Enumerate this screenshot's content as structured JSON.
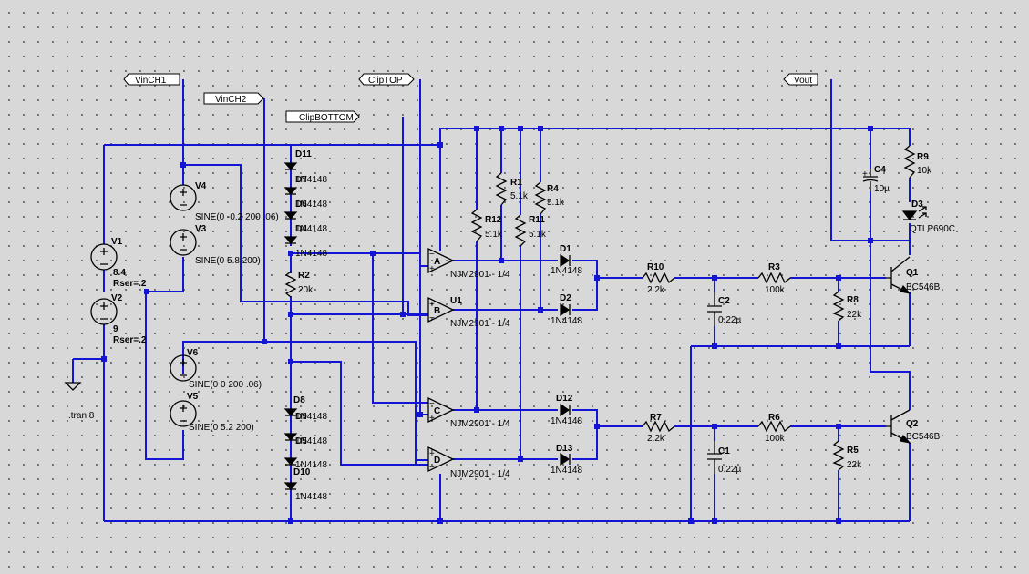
{
  "netlabels": {
    "vinch1": "VinCH1",
    "vinch2": "VinCH2",
    "cliptop": "ClipTOP",
    "clipbottom": "ClipBOTTOM",
    "vout": "Vout"
  },
  "sources": {
    "v1": {
      "name": "V1",
      "value": "8.4",
      "extra": "Rser=.2"
    },
    "v2": {
      "name": "V2",
      "value": "9",
      "extra": "Rser=.2"
    },
    "v3": {
      "name": "V3",
      "value": "SINE(0 5.8 200)"
    },
    "v4": {
      "name": "V4",
      "value": "SINE(0 -0.2 200 .06)"
    },
    "v5": {
      "name": "V5",
      "value": "SINE(0 5.2 200)"
    },
    "v6": {
      "name": "V6",
      "value": "SINE(0 0 200 .06)"
    }
  },
  "resistors": {
    "r1": {
      "name": "R1",
      "value": "5.1k"
    },
    "r2": {
      "name": "R2",
      "value": "20k"
    },
    "r3": {
      "name": "R3",
      "value": "100k"
    },
    "r4": {
      "name": "R4",
      "value": "5.1k"
    },
    "r5": {
      "name": "R5",
      "value": "22k"
    },
    "r6": {
      "name": "R6",
      "value": "100k"
    },
    "r7": {
      "name": "R7",
      "value": "2.2k"
    },
    "r8": {
      "name": "R8",
      "value": "22k"
    },
    "r9": {
      "name": "R9",
      "value": "10k"
    },
    "r10": {
      "name": "R10",
      "value": "2.2k"
    },
    "r11": {
      "name": "R11",
      "value": "5.1k"
    },
    "r12": {
      "name": "R12",
      "value": "5.1k"
    }
  },
  "capacitors": {
    "c1": {
      "name": "C1",
      "value": "0.22µ"
    },
    "c2": {
      "name": "C2",
      "value": "0.22µ"
    },
    "c4": {
      "name": "C4",
      "value": "10µ"
    }
  },
  "diodes": {
    "d1": {
      "name": "D1",
      "value": "1N4148"
    },
    "d2": {
      "name": "D2",
      "value": "1N4148"
    },
    "d12": {
      "name": "D12",
      "value": "1N4148"
    },
    "d13": {
      "name": "D13",
      "value": "1N4148"
    },
    "stack_top": {
      "name": "D11",
      "overlap_names": [
        "D7",
        "D6",
        "D4"
      ],
      "labels": [
        "1N4148",
        "1N4148",
        "1N4148",
        "1N4148"
      ]
    },
    "stack_bottom": {
      "name": "D8",
      "overlap_names": [
        "D9",
        "D5",
        "D10"
      ],
      "labels": [
        "1N4148",
        "1N4148",
        "1N4148",
        "1N4148"
      ]
    },
    "d3": {
      "name": "D3",
      "value": "QTLP690C"
    }
  },
  "opamps": {
    "unit_label": "U1",
    "a": {
      "name": "A",
      "value": "NJM2901 - 1/4"
    },
    "b": {
      "name": "B",
      "value": "NJM2901 - 1/4"
    },
    "c": {
      "name": "C",
      "value": "NJM2901 - 1/4"
    },
    "d": {
      "name": "D",
      "value": "NJM2901 - 1/4"
    }
  },
  "transistors": {
    "q1": {
      "name": "Q1",
      "value": "BC546B"
    },
    "q2": {
      "name": "Q2",
      "value": "BC546B"
    }
  },
  "directive": ".tran 8",
  "colors": {
    "wire": "#1414d4",
    "background": "#d8d8d8",
    "component": "#000000"
  }
}
